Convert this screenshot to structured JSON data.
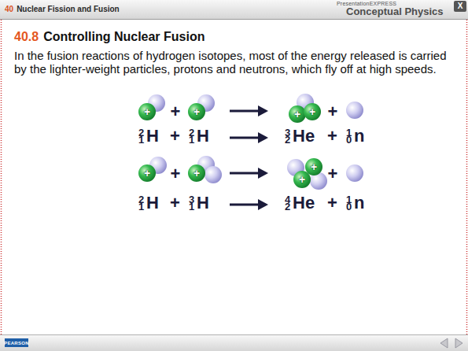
{
  "diagram": {
    "title": "Controlling Nuclear Fusion",
    "labels": [
      "40",
      "Nuclear Fission and Fusion",
      "PresentationEXPRESS",
      "Conceptual Physics",
      "X",
      "40.8",
      "In the fusion reactions of hydrogen isotopes, most of the energy released is carried by the lighter-weight particles, protons and neutrons, which fly off at high speeds.",
      "+",
      "+",
      "+",
      "+",
      "+",
      "+",
      "2",
      "1",
      "H",
      "+",
      "2",
      "1",
      "H",
      "3",
      "2",
      "He",
      "+",
      "1",
      "0",
      "n",
      "+",
      "+",
      "+",
      "+",
      "+",
      "+",
      "2",
      "1",
      "H",
      "+",
      "3",
      "1",
      "H",
      "4",
      "2",
      "He",
      "+",
      "1",
      "0",
      "n",
      "PEARSON"
    ]
  }
}
